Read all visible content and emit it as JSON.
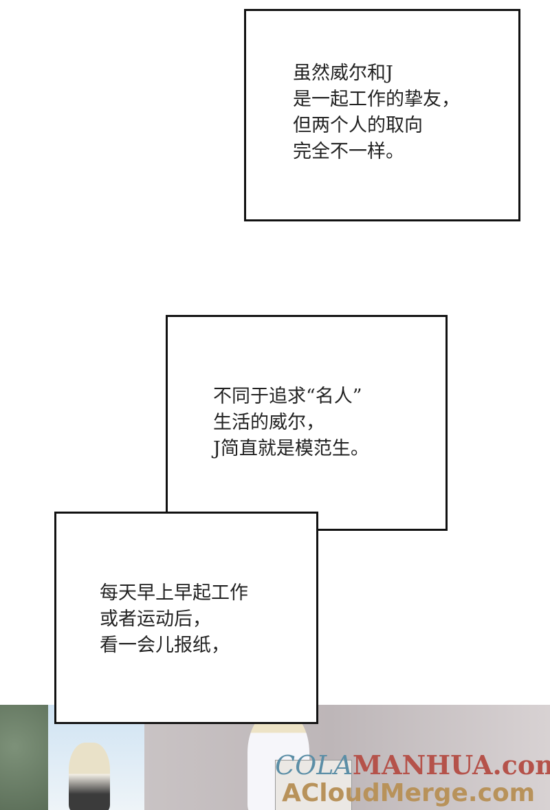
{
  "captions": [
    {
      "lines": [
        "虽然威尔和J",
        "是一起工作的挚友，",
        "但两个人的取向",
        "完全不一样。"
      ]
    },
    {
      "lines": [
        "不同于追求“名人”",
        "生活的威尔，",
        "J简直就是模范生。"
      ]
    },
    {
      "lines": [
        "每天早上早起工作",
        "或者运动后，",
        "看一会儿报纸，"
      ]
    }
  ],
  "watermark": {
    "line1_a": "COLA",
    "line1_b": "MANHUA.com",
    "line2": "ACloudMerge.com"
  }
}
